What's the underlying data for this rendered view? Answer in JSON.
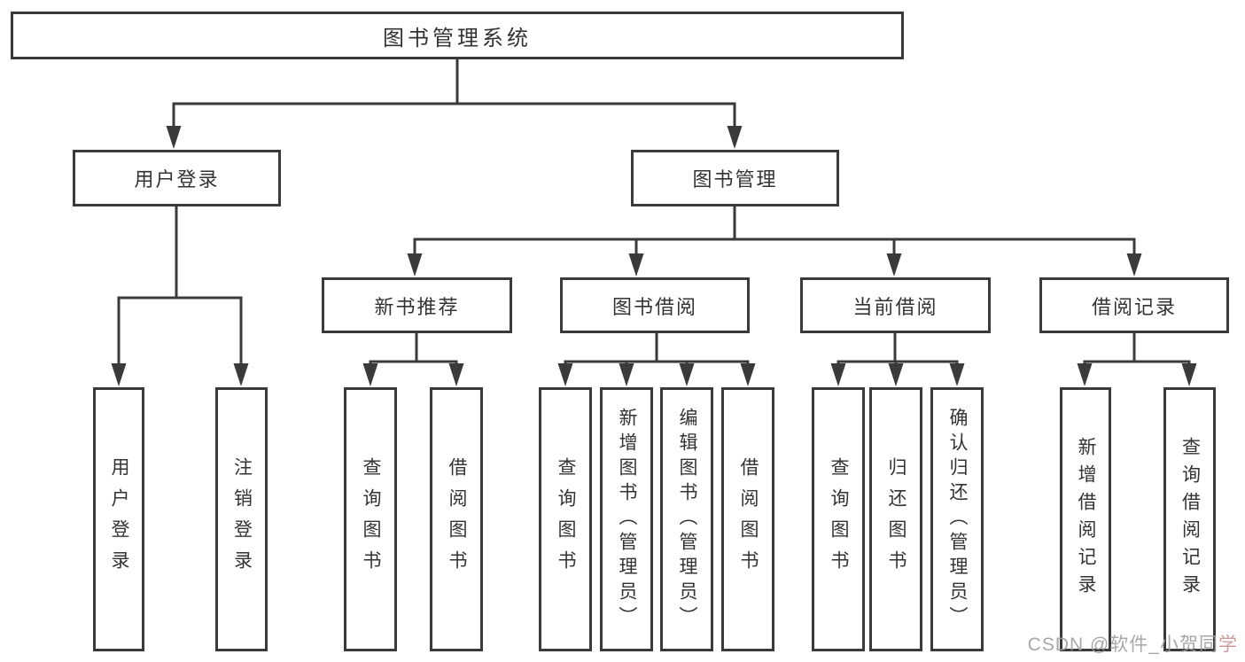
{
  "nodes": {
    "root": {
      "label": "图书管理系统"
    },
    "user_login": {
      "label": "用户登录"
    },
    "book_mgmt": {
      "label": "图书管理"
    },
    "leaf_user_login": {
      "label": "用户登录"
    },
    "leaf_logout": {
      "label": "注销登录"
    },
    "new_book_rec": {
      "label": "新书推荐"
    },
    "book_borrow": {
      "label": "图书借阅"
    },
    "current_borrow": {
      "label": "当前借阅"
    },
    "borrow_records": {
      "label": "借阅记录"
    },
    "rec_query_book": {
      "label": "查询图书"
    },
    "rec_borrow_book": {
      "label": "借阅图书"
    },
    "bb_query_book": {
      "label": "查询图书"
    },
    "bb_add_book": {
      "label": "新增图书（管理员）"
    },
    "bb_edit_book": {
      "label": "编辑图书（管理员）"
    },
    "bb_borrow_book": {
      "label": "借阅图书"
    },
    "cb_query_book": {
      "label": "查询图书"
    },
    "cb_return_book": {
      "label": "归还图书"
    },
    "cb_confirm_return": {
      "label": "确认归还（管理员）"
    },
    "br_add_record": {
      "label": "新增借阅记录"
    },
    "br_query_record": {
      "label": "查询借阅记录"
    }
  },
  "watermark": {
    "prefix": "CSDN @软件_小贺同",
    "accent": "学"
  },
  "colors": {
    "line": "#3a3a3a",
    "text": "#333333",
    "background": "#ffffff",
    "watermark": "#9e9e9e",
    "watermark_accent": "#cc8f8f"
  }
}
